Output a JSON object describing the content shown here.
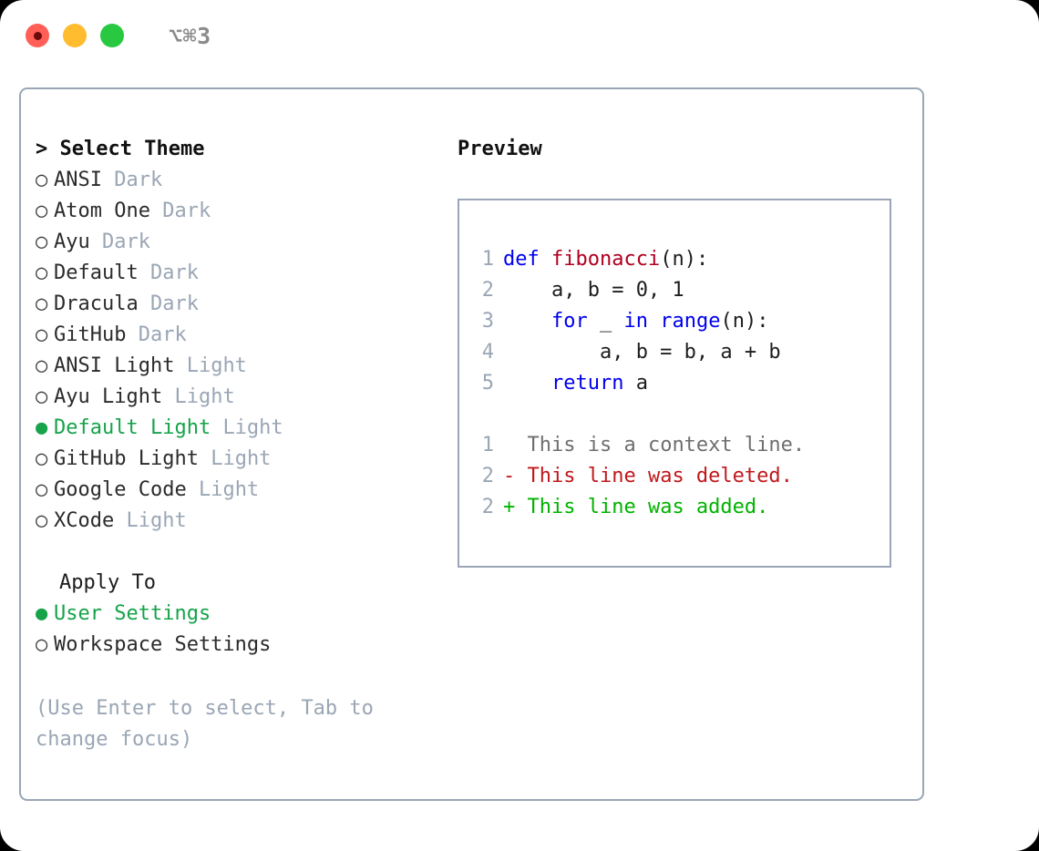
{
  "titlebar": {
    "title": "⌥⌘3",
    "buttons": [
      {
        "name": "close",
        "color": "#ff5f57"
      },
      {
        "name": "minimize",
        "color": "#febc2e"
      },
      {
        "name": "zoom",
        "color": "#28c840"
      }
    ]
  },
  "theme_panel": {
    "heading": "Select Theme",
    "caret": ">",
    "bullet_selected": "●",
    "bullet_unselected": "○",
    "items": [
      {
        "label": "ANSI",
        "tag": "Dark",
        "selected": false
      },
      {
        "label": "Atom One",
        "tag": "Dark",
        "selected": false
      },
      {
        "label": "Ayu",
        "tag": "Dark",
        "selected": false
      },
      {
        "label": "Default",
        "tag": "Dark",
        "selected": false
      },
      {
        "label": "Dracula",
        "tag": "Dark",
        "selected": false
      },
      {
        "label": "GitHub",
        "tag": "Dark",
        "selected": false
      },
      {
        "label": "ANSI Light",
        "tag": "Light",
        "selected": false
      },
      {
        "label": "Ayu Light",
        "tag": "Light",
        "selected": false
      },
      {
        "label": "Default Light",
        "tag": "Light",
        "selected": true
      },
      {
        "label": "GitHub Light",
        "tag": "Light",
        "selected": false
      },
      {
        "label": "Google Code",
        "tag": "Light",
        "selected": false
      },
      {
        "label": "XCode",
        "tag": "Light",
        "selected": false
      }
    ]
  },
  "apply_to": {
    "heading": "Apply To",
    "options": [
      {
        "label": "User Settings",
        "selected": true
      },
      {
        "label": "Workspace Settings",
        "selected": false
      }
    ]
  },
  "hint": "(Use Enter to select, Tab to change focus)",
  "preview": {
    "title": "Preview",
    "code_lines": [
      {
        "num": "1",
        "segments": [
          {
            "text": "def ",
            "style": "kw"
          },
          {
            "text": "fibonacci",
            "style": "fn"
          },
          {
            "text": "(n):",
            "style": "plain"
          }
        ]
      },
      {
        "num": "2",
        "segments": [
          {
            "text": "    a, b = 0, 1",
            "style": "plain"
          }
        ]
      },
      {
        "num": "3",
        "segments": [
          {
            "text": "    ",
            "style": "plain"
          },
          {
            "text": "for",
            "style": "kw"
          },
          {
            "text": " _ ",
            "style": "plain"
          },
          {
            "text": "in",
            "style": "kw"
          },
          {
            "text": " ",
            "style": "plain"
          },
          {
            "text": "range",
            "style": "kw"
          },
          {
            "text": "(n):",
            "style": "plain"
          }
        ]
      },
      {
        "num": "4",
        "segments": [
          {
            "text": "        a, b = b, a + b",
            "style": "plain"
          }
        ]
      },
      {
        "num": "5",
        "segments": [
          {
            "text": "    ",
            "style": "plain"
          },
          {
            "text": "return",
            "style": "kw"
          },
          {
            "text": " a",
            "style": "plain"
          }
        ]
      }
    ],
    "diff_lines": [
      {
        "num": "1",
        "marker": "  ",
        "text": "This is a context line.",
        "style": "diff-ctx"
      },
      {
        "num": "2",
        "marker": "- ",
        "text": "This line was deleted.",
        "style": "diff-del"
      },
      {
        "num": "2",
        "marker": "+ ",
        "text": "This line was added.",
        "style": "diff-add"
      }
    ]
  },
  "colors": {
    "accent_green": "#16a34a",
    "muted": "#9aa6b5",
    "keyword_blue": "#0000ee",
    "function_red": "#b00020",
    "diff_added": "#00b300",
    "diff_removed": "#c0181c"
  }
}
